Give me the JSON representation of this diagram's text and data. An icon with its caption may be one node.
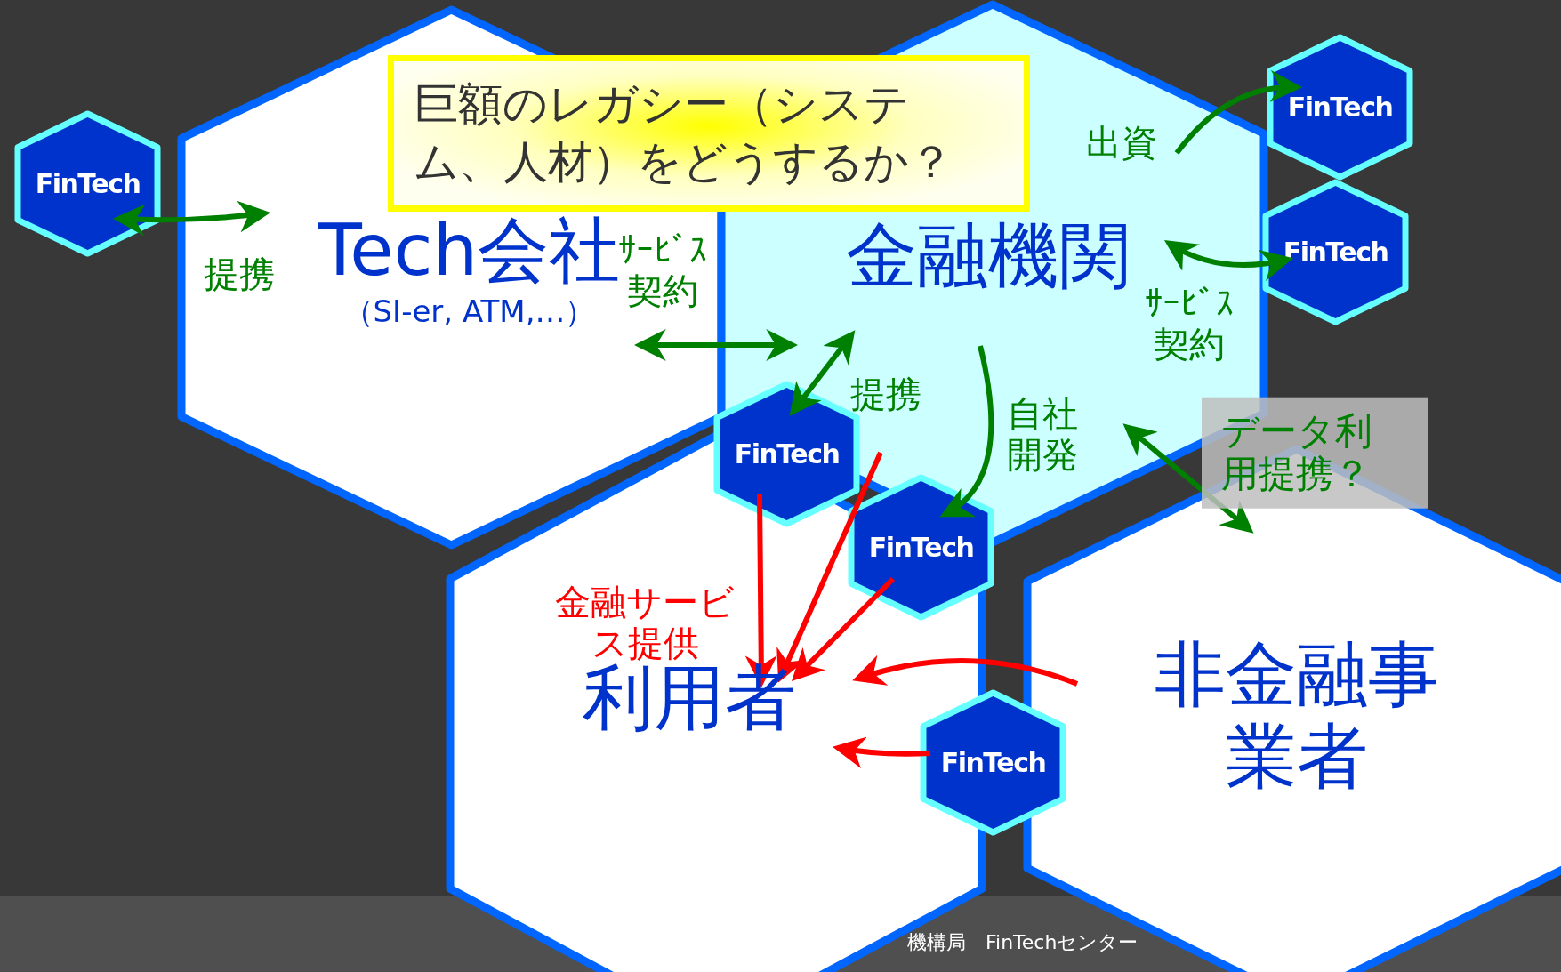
{
  "diagram": {
    "nodes": [
      {
        "text": [
          "FinTech"
        ]
      },
      {
        "text": [
          "Tech会社",
          "（SI-er, ATM,…）"
        ]
      },
      {
        "text": [
          "巨額のレガシー（システム、人材）をどうするか？"
        ]
      },
      {
        "text": [
          "金融機関"
        ]
      },
      {
        "text": [
          "FinTech"
        ]
      },
      {
        "text": [
          "FinTech"
        ]
      },
      {
        "text": [
          "FinTech"
        ]
      },
      {
        "text": [
          "FinTech"
        ]
      },
      {
        "text": [
          "利用者"
        ]
      },
      {
        "text": [
          "非金融事業者"
        ]
      },
      {
        "text": [
          "FinTech"
        ]
      }
    ],
    "edges": [
      {
        "from": 0,
        "to": 1,
        "arrow": "both",
        "label": "提携"
      },
      {
        "from": 1,
        "to": 3,
        "arrow": "both",
        "label": "ｻｰﾋﾞｽ契約"
      },
      {
        "from": 3,
        "to": 4,
        "arrow": "to",
        "label": "出資"
      },
      {
        "from": 3,
        "to": 5,
        "arrow": "both",
        "label": "ｻｰﾋﾞｽ契約"
      },
      {
        "from": 3,
        "to": 6,
        "arrow": "both",
        "label": "提携"
      },
      {
        "from": 3,
        "to": 7,
        "arrow": "to",
        "label": "自社開発"
      },
      {
        "from": 3,
        "to": 9,
        "arrow": "both",
        "label": "データ利用提携？"
      },
      {
        "from": 6,
        "to": 8,
        "arrow": "to",
        "label": "金融サービス提供",
        "color": "#ff0000"
      },
      {
        "from": 3,
        "to": 8,
        "arrow": "to",
        "color": "#ff0000"
      },
      {
        "from": 7,
        "to": 8,
        "arrow": "to",
        "color": "#ff0000"
      },
      {
        "from": 9,
        "to": 8,
        "arrow": "to",
        "color": "#ff0000"
      },
      {
        "from": 10,
        "to": 8,
        "arrow": "to",
        "color": "#ff0000"
      }
    ],
    "labels": [
      "機構局　FinTechセンター"
    ]
  }
}
